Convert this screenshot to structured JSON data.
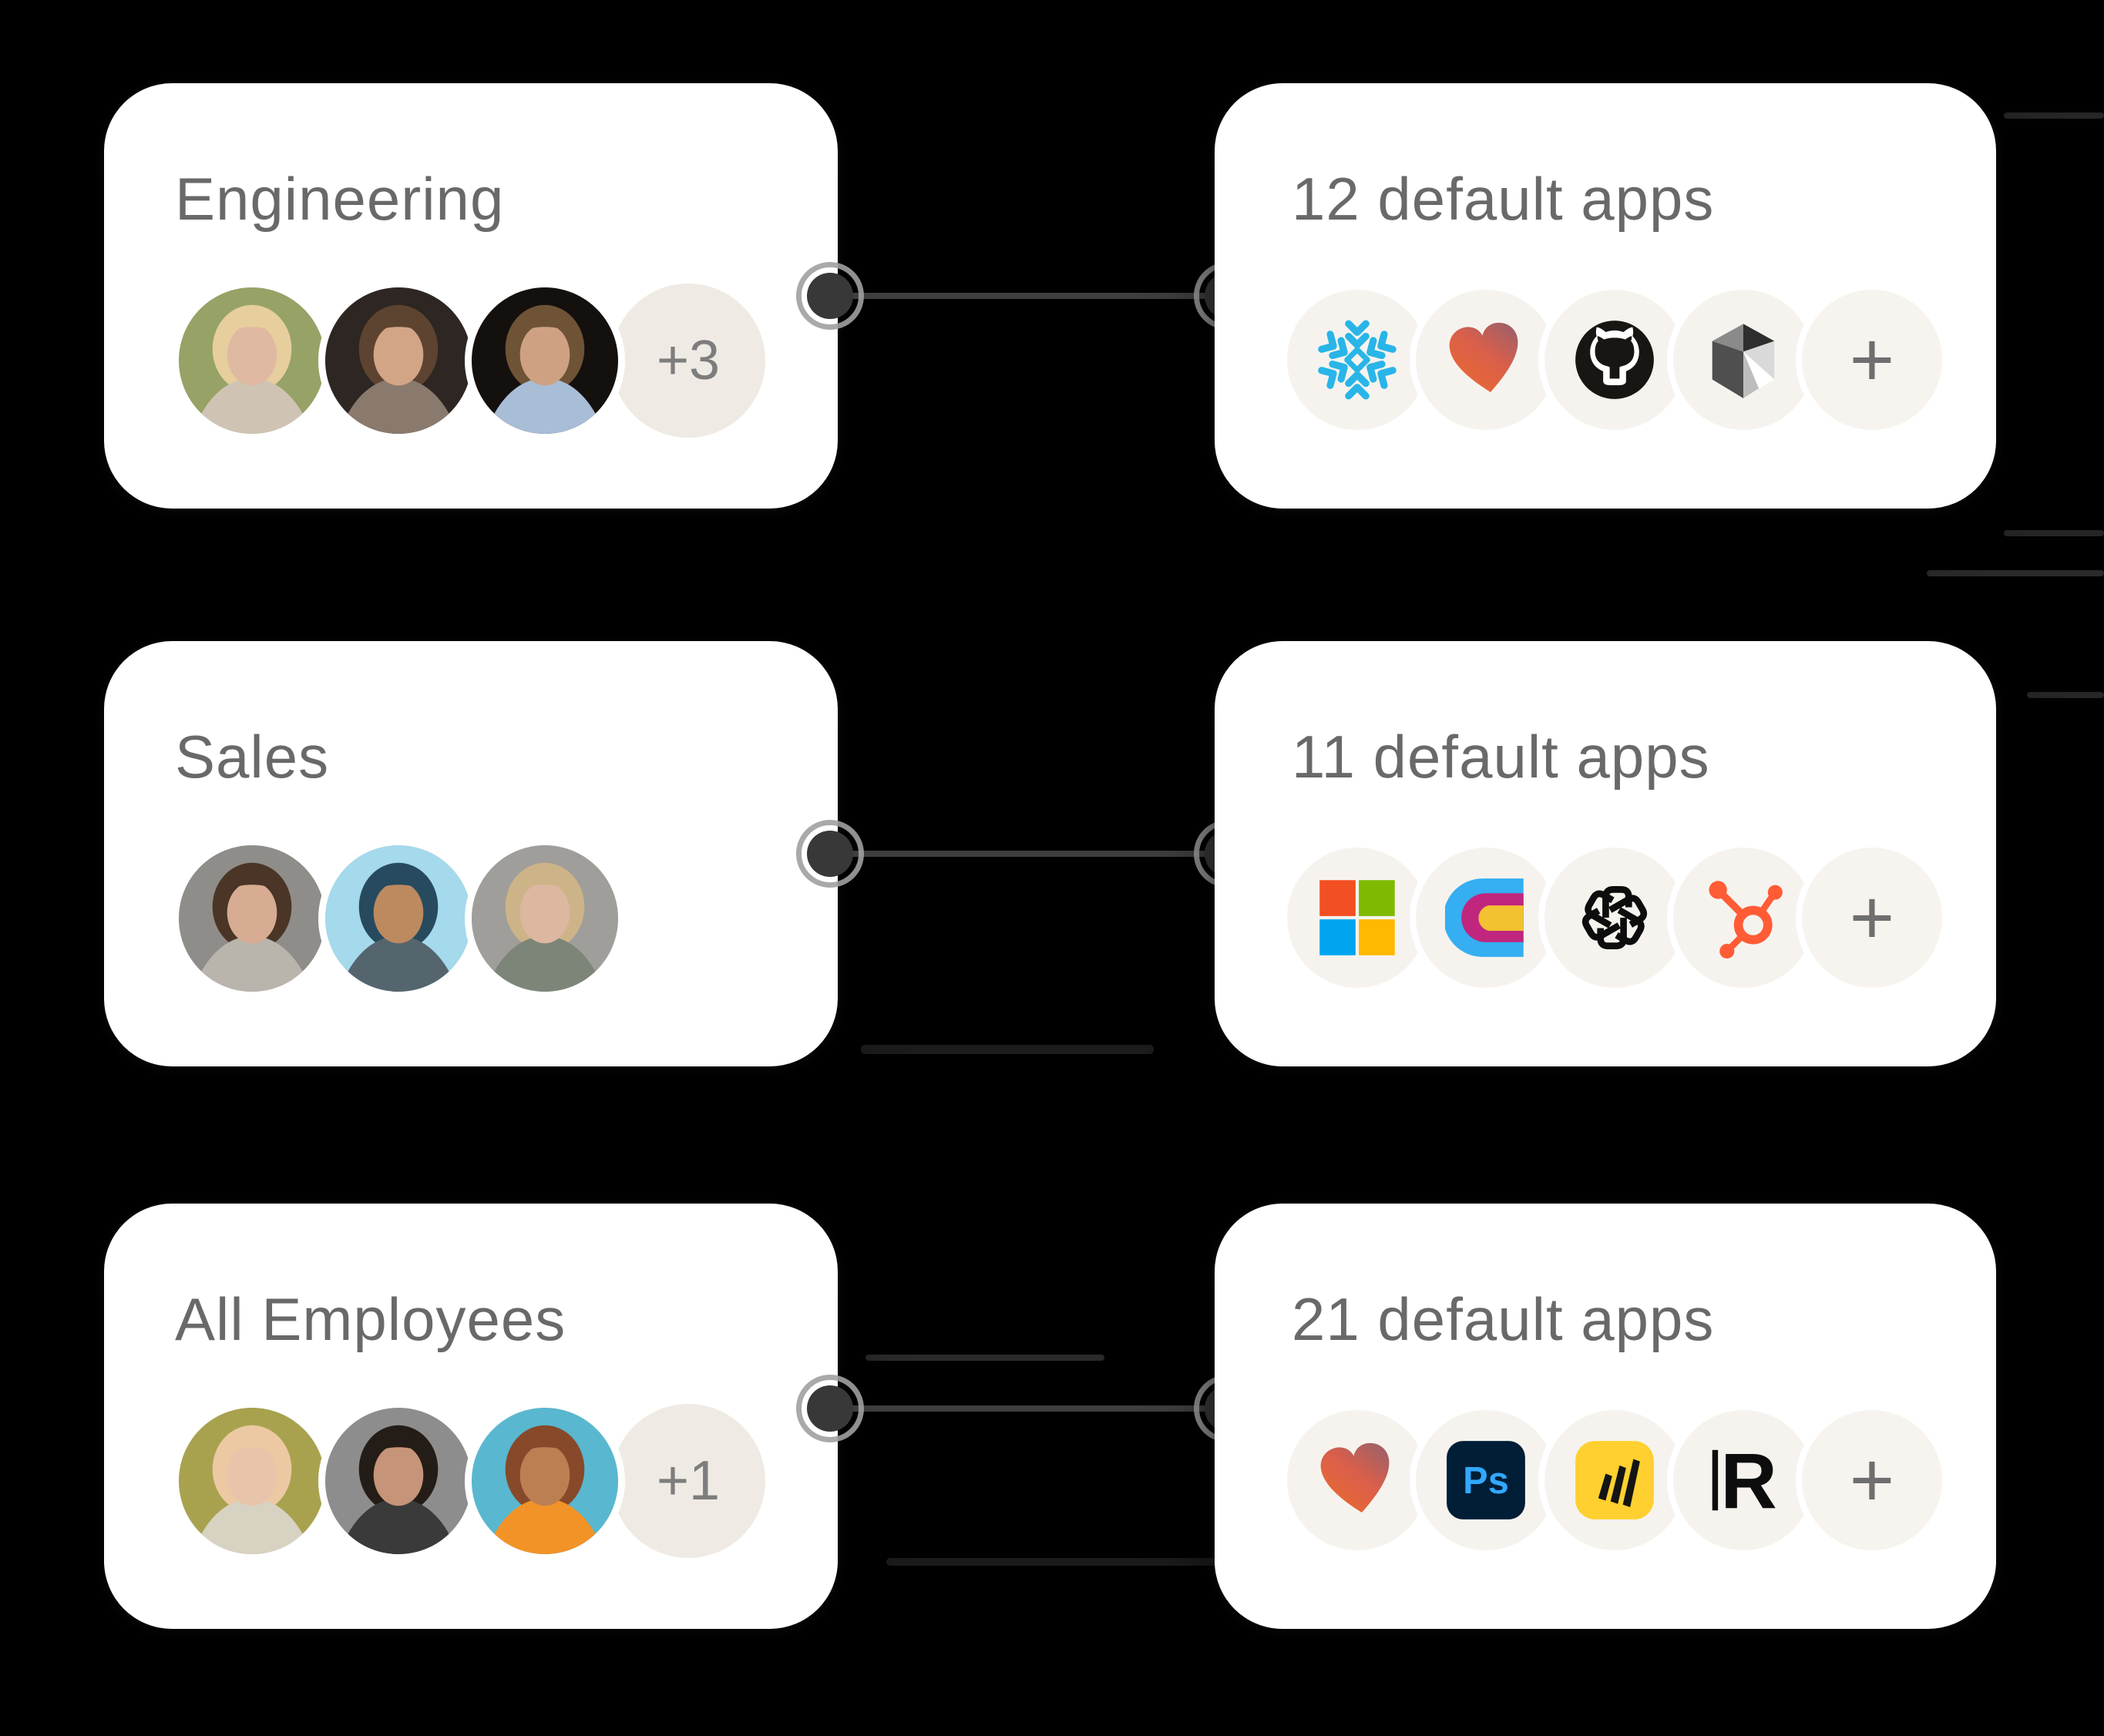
{
  "canvas": {
    "background_color": "#000000",
    "card_color": "#ffffff"
  },
  "colors": {
    "title_text": "#696969",
    "chip_background": "#f6f3ee",
    "badge_background": "#efebe4",
    "badge_text": "#7d7d7d",
    "connector_line": "#3e3e3e",
    "connector_dot": "#383838",
    "connector_ring": "#a0a0a0",
    "snowflake_blue": "#29b5e8",
    "github_black": "#191513",
    "hubspot_orange": "#ff5c35",
    "microsoft": [
      "#f25022",
      "#7fba00",
      "#00a4ef",
      "#ffb900"
    ],
    "photoshop_bg": "#001e36",
    "photoshop_text": "#31a8ff",
    "miro_yellow": "#ffd02f",
    "heart_gradient": [
      "#ee6b2d",
      "#96606e"
    ]
  },
  "icon_text": {
    "photoshop": "Ps",
    "r_mark": "R"
  },
  "rows": [
    {
      "group": {
        "title": "Engineering",
        "overflow_badge": "+3",
        "avatars": [
          {
            "bg": "#97a267",
            "hair": "#e7cf9d",
            "skin": "#e0b9a2",
            "shirt": "#cfc4b4"
          },
          {
            "bg": "#2e2622",
            "hair": "#5d4430",
            "skin": "#d3a587",
            "shirt": "#8a7a6e"
          },
          {
            "bg": "#14100e",
            "hair": "#6e5336",
            "skin": "#cfa183",
            "shirt": "#a8bdd6"
          }
        ]
      },
      "apps": {
        "title": "12 default apps",
        "icons": [
          "snowflake",
          "heart",
          "github",
          "gem-cube"
        ],
        "more_label": "+"
      }
    },
    {
      "group": {
        "title": "Sales",
        "overflow_badge": null,
        "avatars": [
          {
            "bg": "#8f8d89",
            "hair": "#4a3526",
            "skin": "#d8ac92",
            "shirt": "#b9b4ac"
          },
          {
            "bg": "#a5d9ec",
            "hair": "#274a5e",
            "skin": "#bd8a60",
            "shirt": "#55656d"
          },
          {
            "bg": "#a09e9a",
            "hair": "#cdb488",
            "skin": "#ddb79f",
            "shirt": "#7d8578"
          }
        ]
      },
      "apps": {
        "title": "11 default apps",
        "icons": [
          "microsoft",
          "nested-c",
          "openai",
          "hubspot"
        ],
        "more_label": "+"
      }
    },
    {
      "group": {
        "title": "All Employees",
        "overflow_badge": "+1",
        "avatars": [
          {
            "bg": "#a8a24f",
            "hair": "#ecc9a2",
            "skin": "#e8c4ab",
            "shirt": "#d8d2c2"
          },
          {
            "bg": "#8d8d8d",
            "hair": "#241c17",
            "skin": "#c69478",
            "shirt": "#3a3a3a"
          },
          {
            "bg": "#59b7cf",
            "hair": "#87492a",
            "skin": "#bc7f52",
            "shirt": "#f29327"
          }
        ]
      },
      "apps": {
        "title": "21 default apps",
        "icons": [
          "heart",
          "photoshop",
          "miro",
          "r-mark"
        ],
        "more_label": "+"
      }
    }
  ]
}
